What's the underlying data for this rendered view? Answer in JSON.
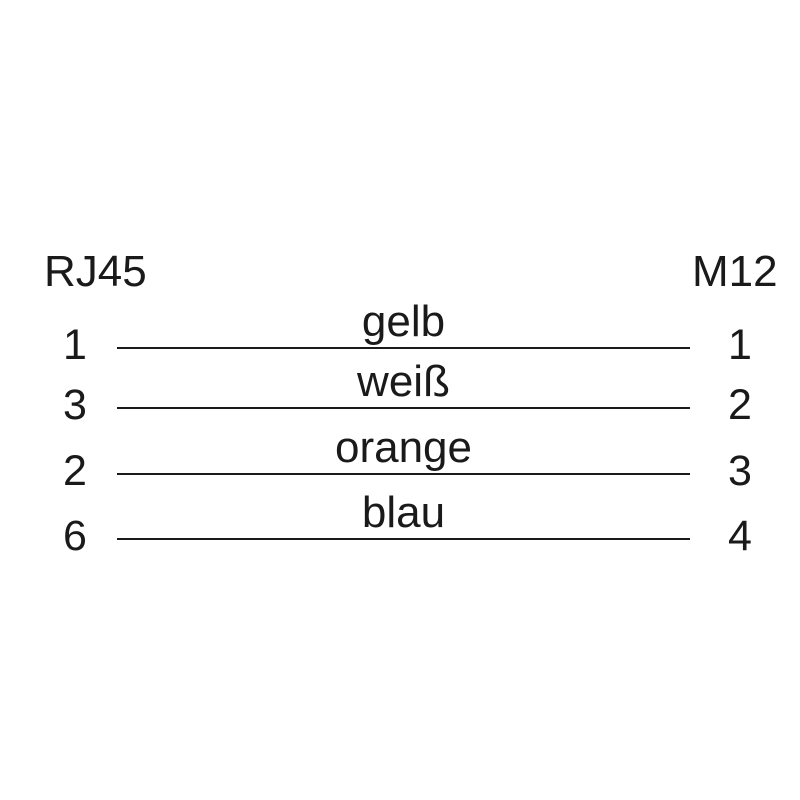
{
  "diagram": {
    "left_connector": "RJ45",
    "right_connector": "M12",
    "rows": [
      {
        "rj45_pin": "1",
        "color": "gelb",
        "m12_pin": "1"
      },
      {
        "rj45_pin": "3",
        "color": "weiß",
        "m12_pin": "2"
      },
      {
        "rj45_pin": "2",
        "color": "orange",
        "m12_pin": "3"
      },
      {
        "rj45_pin": "6",
        "color": "blau",
        "m12_pin": "4"
      }
    ],
    "colors": {
      "text": "#1a1a1a",
      "line": "#1a1a1a",
      "background": "#ffffff"
    }
  }
}
